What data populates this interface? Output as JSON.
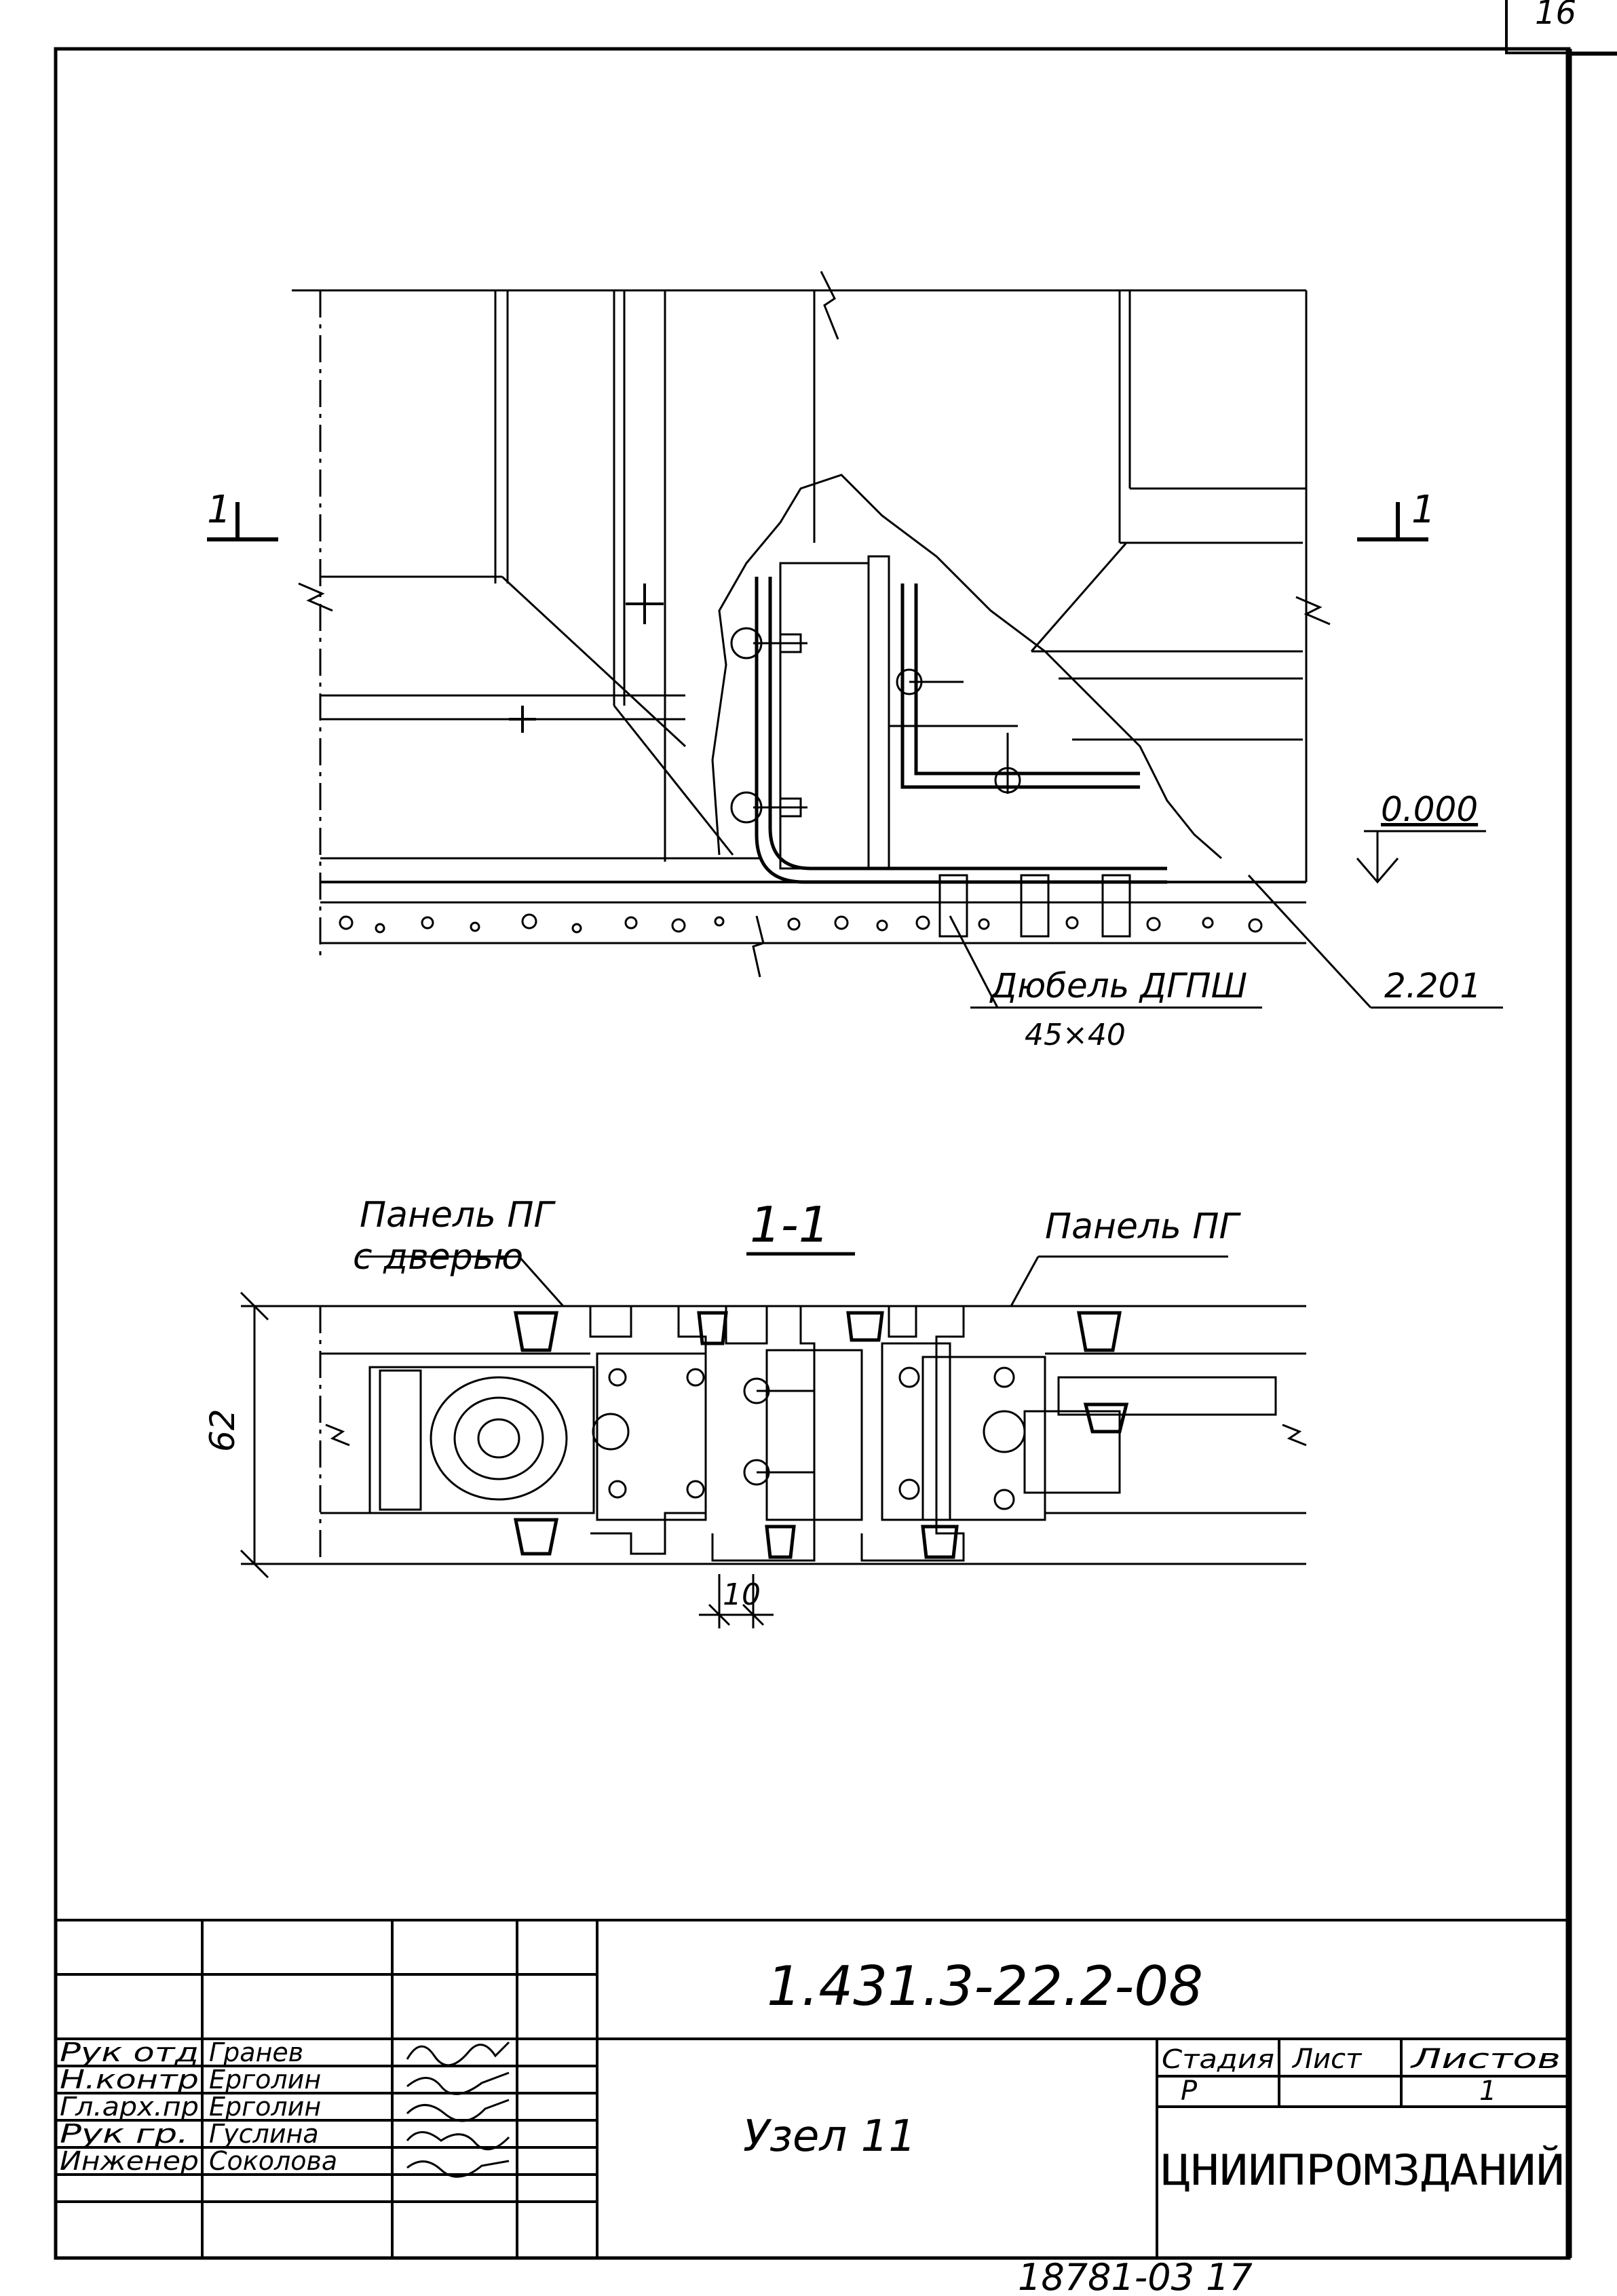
{
  "sheet": {
    "page_number": "16",
    "bottom_note": "18781-03   17"
  },
  "plan_view": {
    "section_mark_left": "1",
    "section_mark_right": "1",
    "level_label": "0.000",
    "dowel_label": "Дюбель ДГПШ",
    "dowel_size": "45×40",
    "reference": "2.201"
  },
  "section_view": {
    "title": "1-1",
    "panel_left_line1": "Панель ПГ",
    "panel_left_line2": "с дверью",
    "panel_right": "Панель ПГ",
    "dimension_height": "62",
    "dimension_gap": "10"
  },
  "title_block": {
    "document_code": "1.431.3-22.2-08",
    "title": "Узел 11",
    "organization": "ЦНИИПРОМЗДАНИЙ",
    "stage_header": "Стадия",
    "sheet_header": "Лист",
    "sheets_header": "Листов",
    "stage_value": "Р",
    "sheets_value": "1",
    "roles": [
      "Рук отд",
      "Н.контр",
      "Гл.арх.пр",
      "Рук гр.",
      "Инженер"
    ],
    "names": [
      "Гранев",
      "Ерголин",
      "Ерголин",
      "Гуслина",
      "Соколова"
    ]
  }
}
